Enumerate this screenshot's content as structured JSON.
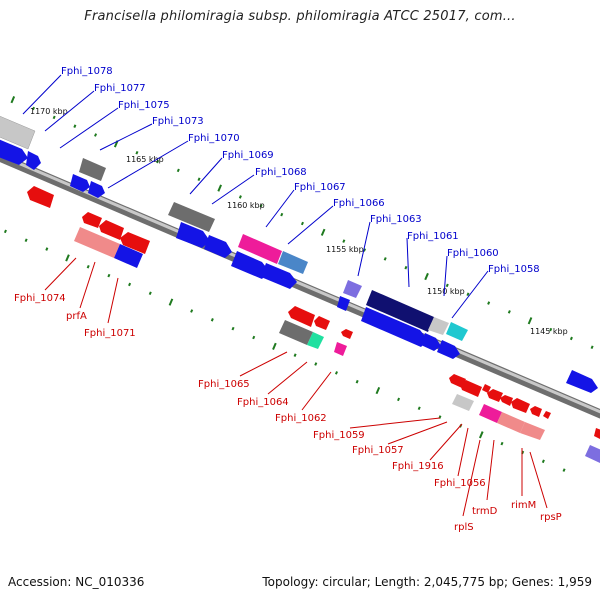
{
  "title": "Francisella philomiragia subsp. philomiragia ATCC 25017, com...",
  "footer": {
    "accession": "Accession: NC_010336",
    "summary": "Topology: circular; Length: 2,045,775 bp; Genes: 1,959"
  },
  "colors": {
    "forward_gene": "#1414e6",
    "reverse_gene": "#e60e0e",
    "label_forward": "#0000cc",
    "label_reverse": "#cc0000",
    "backbone": "#8c8c8c",
    "tick_marks": "#1f7a1f"
  },
  "ticks": [
    "1170 kbp",
    "1165 kbp",
    "1160 kbp",
    "1155 kbp",
    "1150 kbp",
    "1145 kbp"
  ],
  "labels_forward": [
    "Fphi_1078",
    "Fphi_1077",
    "Fphi_1075",
    "Fphi_1073",
    "Fphi_1070",
    "Fphi_1069",
    "Fphi_1068",
    "Fphi_1067",
    "Fphi_1066",
    "Fphi_1063",
    "Fphi_1061",
    "Fphi_1060",
    "Fphi_1058"
  ],
  "labels_reverse": [
    "Fphi_1074",
    "prfA",
    "Fphi_1071",
    "Fphi_1065",
    "Fphi_1064",
    "Fphi_1062",
    "Fphi_1059",
    "Fphi_1057",
    "Fphi_1916",
    "Fphi_1056",
    "rplS",
    "trmD",
    "rimM",
    "rpsP"
  ]
}
